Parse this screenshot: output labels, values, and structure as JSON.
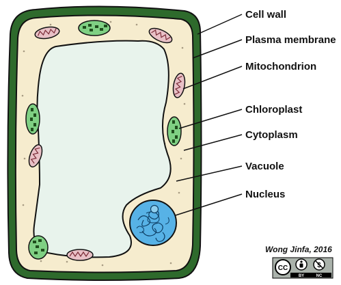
{
  "labels": {
    "cell_wall": "Cell wall",
    "plasma_membrane": "Plasma membrane",
    "mitochondrion": "Mitochondrion",
    "chloroplast": "Chloroplast",
    "cytoplasm": "Cytoplasm",
    "vacuole": "Vacuole",
    "nucleus": "Nucleus"
  },
  "credit": "Wong Jinfa, 2016",
  "license": {
    "cc": "CC",
    "by": "BY",
    "nc": "NC"
  },
  "colors": {
    "cell_wall": "#2e6a2c",
    "cytoplasm": "#f6ecce",
    "vacuole": "#e8f3ec",
    "nucleus": "#57b2e6",
    "chloroplast": "#7fd083",
    "mitochondrion": "#e8c0c6"
  }
}
